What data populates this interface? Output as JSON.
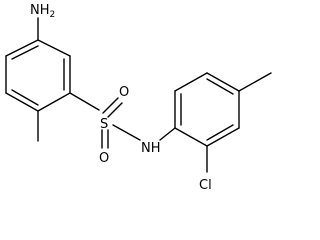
{
  "molecule": {
    "labels": {
      "amine": "NH",
      "amine_subscript": "2",
      "sulfur": "S",
      "oxygen_top": "O",
      "oxygen_bottom": "O",
      "nitrogen": "N",
      "nitrogen_h": "H",
      "chlorine": "Cl"
    }
  }
}
